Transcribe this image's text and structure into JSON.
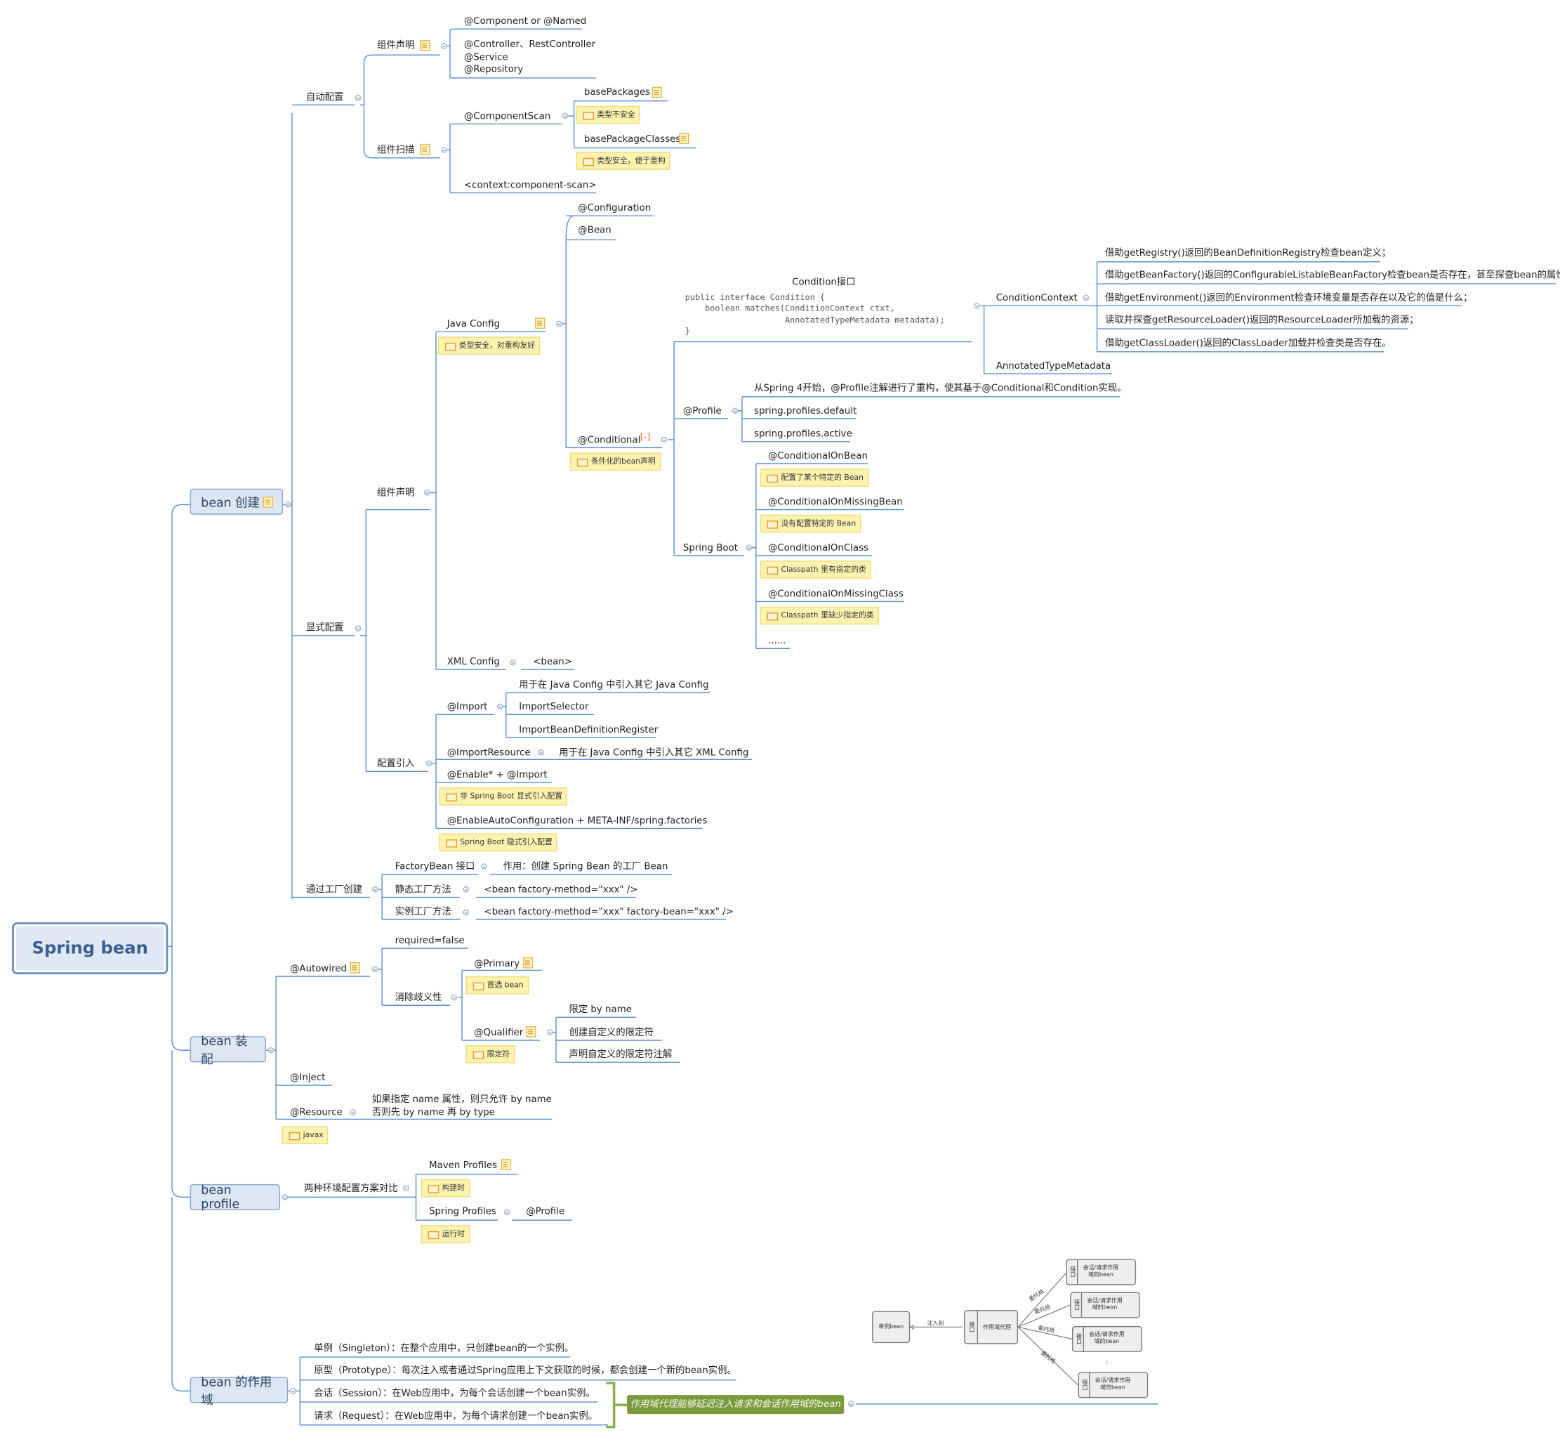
{
  "root": "Spring bean",
  "branches": {
    "create": {
      "label": "bean 创建",
      "auto": {
        "label": "自动配置",
        "decl": {
          "label": "组件声明",
          "items": [
            "@Component or @Named",
            "@Controller、RestController\n@Service\n@Repository"
          ]
        },
        "scan": {
          "label": "组件扫描",
          "componentscan": "@ComponentScan",
          "basepackages": "basePackages",
          "basepackages_note": "类型不安全",
          "basepackageclasses": "basePackageClasses",
          "basepackageclasses_note": "类型安全，便于重构",
          "xml": "<context:component-scan>"
        }
      },
      "explicit": {
        "label": "显式配置",
        "decl": {
          "label": "组件声明",
          "javaconfig": "Java Config",
          "javaconfig_note": "类型安全，对重构友好",
          "configuration": "@Configuration",
          "bean": "@Bean",
          "conditional": "@Conditional",
          "conditional_note": "条件化的bean声明",
          "condition_title": "Condition接口",
          "condition_code": "public interface Condition {\n    boolean matches(ConditionContext ctxt,\n                    AnnotatedTypeMetadata metadata);\n}",
          "conditioncontext": "ConditionContext",
          "cc_items": [
            "借助getRegistry()返回的BeanDefinitionRegistry检查bean定义；",
            "借助getBeanFactory()返回的ConfigurableListableBeanFactory检查bean是否存在，甚至探查bean的属性；",
            "借助getEnvironment()返回的Environment检查环境变量是否存在以及它的值是什么；",
            "读取并探查getResourceLoader()返回的ResourceLoader所加载的资源；",
            "借助getClassLoader()返回的ClassLoader加载并检查类是否存在。"
          ],
          "annotatedtypemetadata": "AnnotatedTypeMetadata",
          "profile": "@Profile",
          "profile_items": [
            "从Spring 4开始，@Profile注解进行了重构，使其基于@Conditional和Condition实现。",
            "spring.profiles.default",
            "spring.profiles.active"
          ],
          "springboot": "Spring Boot",
          "sb_items": [
            {
              "label": "@ConditionalOnBean",
              "note": "配置了某个特定的 Bean"
            },
            {
              "label": "@ConditionalOnMissingBean",
              "note": "没有配置特定的 Bean"
            },
            {
              "label": "@ConditionalOnClass",
              "note": "Classpath 里有指定的类"
            },
            {
              "label": "@ConditionalOnMissingClass",
              "note": "Classpath 里缺少指定的类"
            }
          ],
          "ellipsis": "......",
          "xmlconfig": "XML Config",
          "xmlbean": "<bean>"
        },
        "import": {
          "label": "配置引入",
          "import": "@Import",
          "import_items": [
            "用于在 Java Config 中引入其它 Java Config",
            "ImportSelector",
            "ImportBeanDefinitionRegister"
          ],
          "importresource": "@ImportResource",
          "importresource_item": "用于在 Java Config 中引入其它 XML Config",
          "enable": "@Enable* + @Import",
          "enable_note": "非 Spring Boot 显式引入配置",
          "enableauto": "@EnableAutoConfiguration + META-INF/spring.factories",
          "enableauto_note": "Spring Boot 隐式引入配置"
        }
      },
      "factory": {
        "label": "通过工厂创建",
        "items": [
          {
            "label": "FactoryBean 接口",
            "value": "作用：创建 Spring Bean 的工厂 Bean"
          },
          {
            "label": "静态工厂方法",
            "value": "<bean factory-method=\"xxx\" />"
          },
          {
            "label": "实例工厂方法",
            "value": "<bean factory-method=\"xxx\" factory-bean=\"xxx\" />"
          }
        ]
      }
    },
    "wiring": {
      "label": "bean 装配",
      "autowired": "@Autowired",
      "required": "required=false",
      "ambiguity": "消除歧义性",
      "primary": "@Primary",
      "primary_note": "首选 bean",
      "qualifier": "@Qualifier",
      "qualifier_note": "限定符",
      "qualifier_items": [
        "限定 by name",
        "创建自定义的限定符",
        "声明自定义的限定符注解"
      ],
      "inject": "@Inject",
      "resource": "@Resource",
      "resource_note": "javax",
      "resource_desc": "如果指定 name 属性，则只允许 by name\n否则先 by name 再 by type"
    },
    "profile": {
      "label": "bean profile",
      "compare": "两种环境配置方案对比",
      "maven": "Maven Profiles",
      "maven_note": "构建时",
      "spring": "Spring Profiles",
      "spring_note": "运行时",
      "spring_value": "@Profile"
    },
    "scope": {
      "label": "bean 的作用域",
      "items": [
        "单例（Singleton）：在整个应用中，只创建bean的一个实例。",
        "原型（Prototype）：每次注入或者通过Spring应用上下文获取的时候，都会创建一个新的bean实例。",
        "会话（Session）：在Web应用中，为每个会话创建一个bean实例。",
        "请求（Request）：在Web应用中，为每个请求创建一个bean实例。"
      ],
      "summary": "作用域代理能够延迟注入请求和会话作用域的bean",
      "figure": {
        "singleton": "单例bean",
        "inject": "注入到",
        "interface": "接口",
        "proxy": "作用域代理",
        "delegate": "委托给",
        "target": "会话/请求作用\n域的bean"
      }
    }
  },
  "colors": {
    "line": "#5b8fd0",
    "note_bg": "#fdf3b0",
    "main_bg": "#dde6f3",
    "summary_bg": "#7a9b3d",
    "summary_bracket": "#8bb04e",
    "link_icon": "#e0621e"
  }
}
